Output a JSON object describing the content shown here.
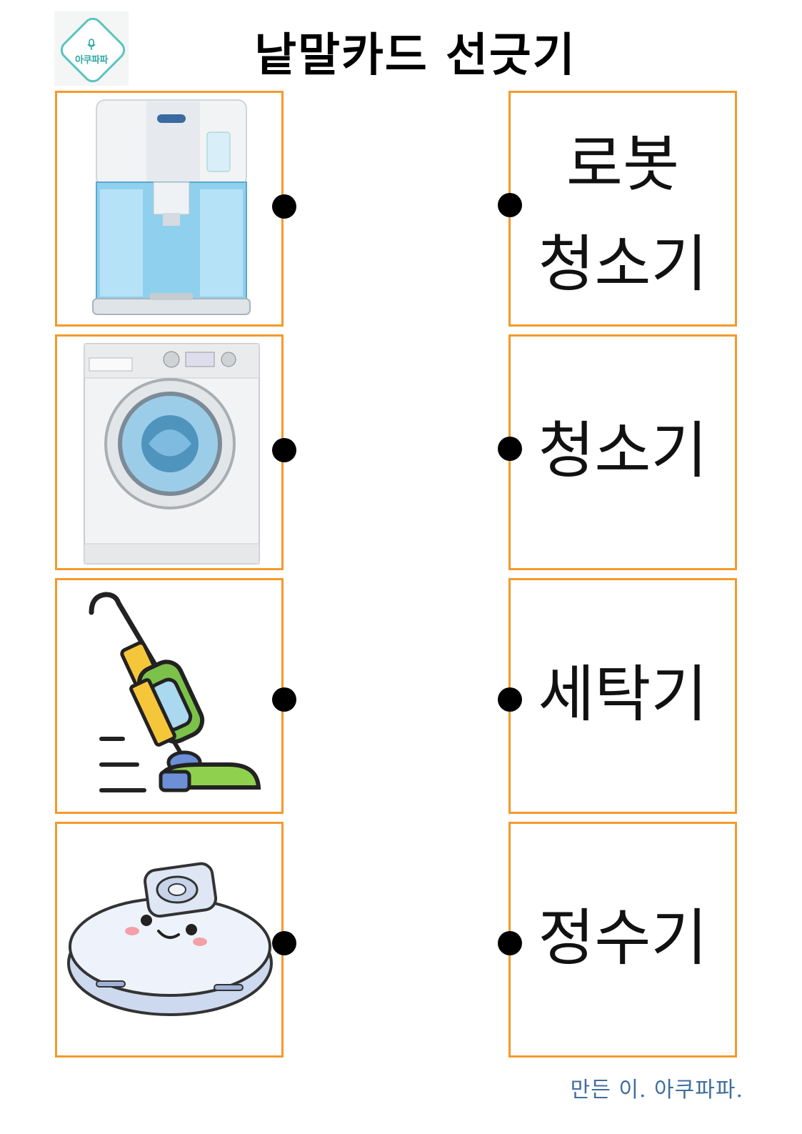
{
  "title": "낱말카드 선긋기",
  "logo": {
    "text": "아쿠파파"
  },
  "pictures": [
    {
      "icon": "water-purifier-icon"
    },
    {
      "icon": "washing-machine-icon"
    },
    {
      "icon": "vacuum-cleaner-icon"
    },
    {
      "icon": "robot-vacuum-icon"
    }
  ],
  "words": [
    {
      "line1": "로봇",
      "line2": "청소기"
    },
    {
      "line1": "청소기"
    },
    {
      "line1": "세탁기"
    },
    {
      "line1": "정수기"
    }
  ],
  "credit": "만든 이. 아쿠파파.",
  "colors": {
    "card_border": "#f39a2b",
    "dot": "#000000",
    "credit": "#3e6e9e",
    "logo": "#5bc4c0"
  }
}
